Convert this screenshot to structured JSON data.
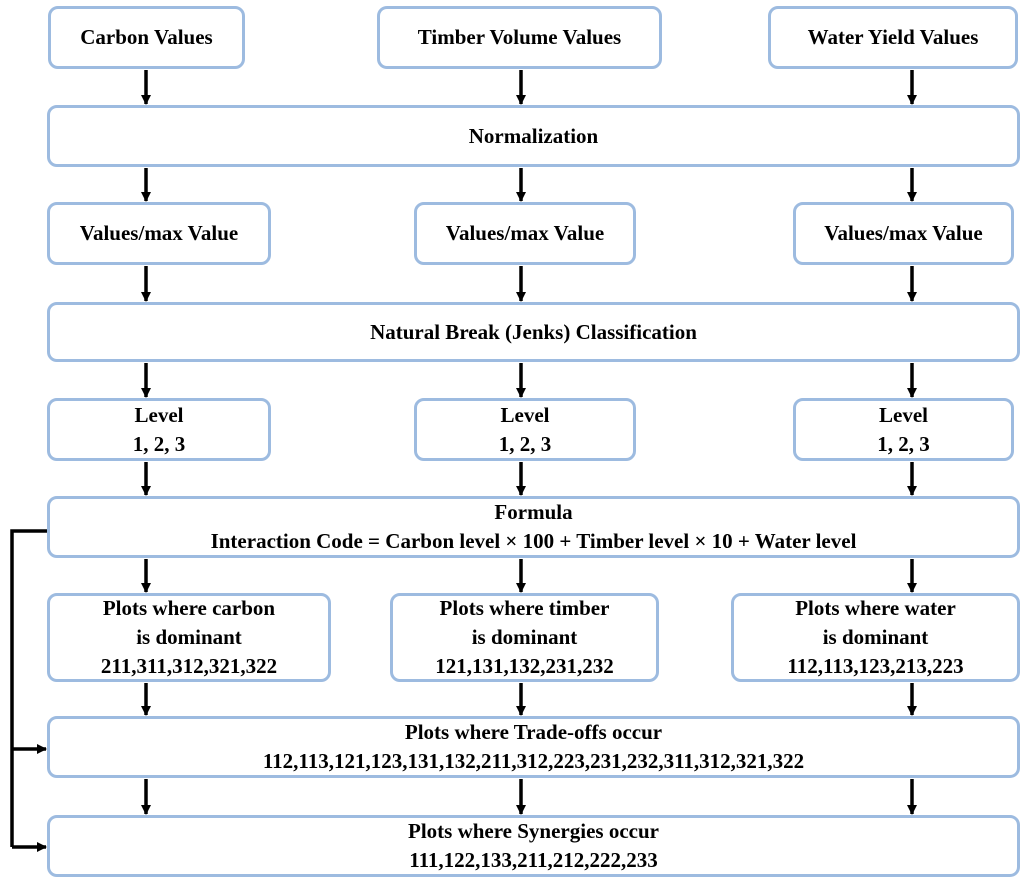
{
  "inputs": {
    "carbon": "Carbon Values",
    "timber": "Timber Volume Values",
    "water": "Water Yield Values"
  },
  "normalization": "Normalization",
  "normalized": {
    "carbon": "Values/max Value",
    "timber": "Values/max Value",
    "water": "Values/max Value"
  },
  "classification": "Natural Break (Jenks) Classification",
  "levels": {
    "carbon": {
      "title": "Level",
      "values": "1, 2, 3"
    },
    "timber": {
      "title": "Level",
      "values": "1, 2, 3"
    },
    "water": {
      "title": "Level",
      "values": "1, 2, 3"
    }
  },
  "formula": {
    "title": "Formula",
    "expression": "Interaction Code = Carbon level × 100 + Timber level × 10 + Water level"
  },
  "dominant": {
    "carbon": {
      "line1": "Plots where carbon",
      "line2": "is dominant",
      "codes": "211,311,312,321,322"
    },
    "timber": {
      "line1": "Plots where timber",
      "line2": "is dominant",
      "codes": "121,131,132,231,232"
    },
    "water": {
      "line1": "Plots where water",
      "line2": "is dominant",
      "codes": "112,113,123,213,223"
    }
  },
  "tradeoffs": {
    "title": "Plots where Trade-offs occur",
    "codes": "112,113,121,123,131,132,211,312,223,231,232,311,312,321,322"
  },
  "synergies": {
    "title": "Plots where Synergies occur",
    "codes": "111,122,133,211,212,222,233"
  },
  "colors": {
    "box_border": "#9dbbe0",
    "arrow": "#000000",
    "text": "#000000"
  }
}
